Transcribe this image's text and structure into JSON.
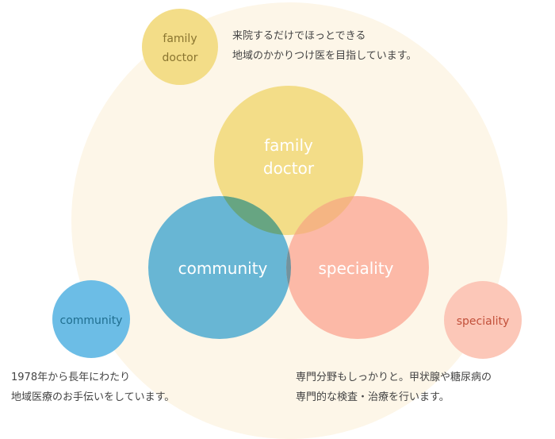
{
  "colors": {
    "background_circle": "#fdf6e8",
    "family_doctor": "#f3dd88",
    "community": "#68b6d4",
    "speciality": "#fcb9a7",
    "overlap_family_community": "#67a582",
    "overlap_family_speciality": "#f5b583",
    "overlap_community_speciality": "#72939e",
    "small_family_text": "#8a7530",
    "small_community_text": "#1f6e8f",
    "small_speciality_text": "#c2503a"
  },
  "venn": {
    "family_label_line1": "family",
    "family_label_line2": "doctor",
    "community_label": "community",
    "speciality_label": "speciality"
  },
  "badges": {
    "family_line1": "family",
    "family_line2": "doctor",
    "community": "community",
    "speciality": "speciality"
  },
  "descriptions": {
    "family_line1": "来院するだけでほっとできる",
    "family_line2": "地域のかかりつけ医を目指しています。",
    "community_line1": "1978年から長年にわたり",
    "community_line2": "地域医療のお手伝いをしています。",
    "speciality_line1": "専門分野もしっかりと。甲状腺や糖尿病の",
    "speciality_line2": "専門的な検査・治療を行います。"
  }
}
